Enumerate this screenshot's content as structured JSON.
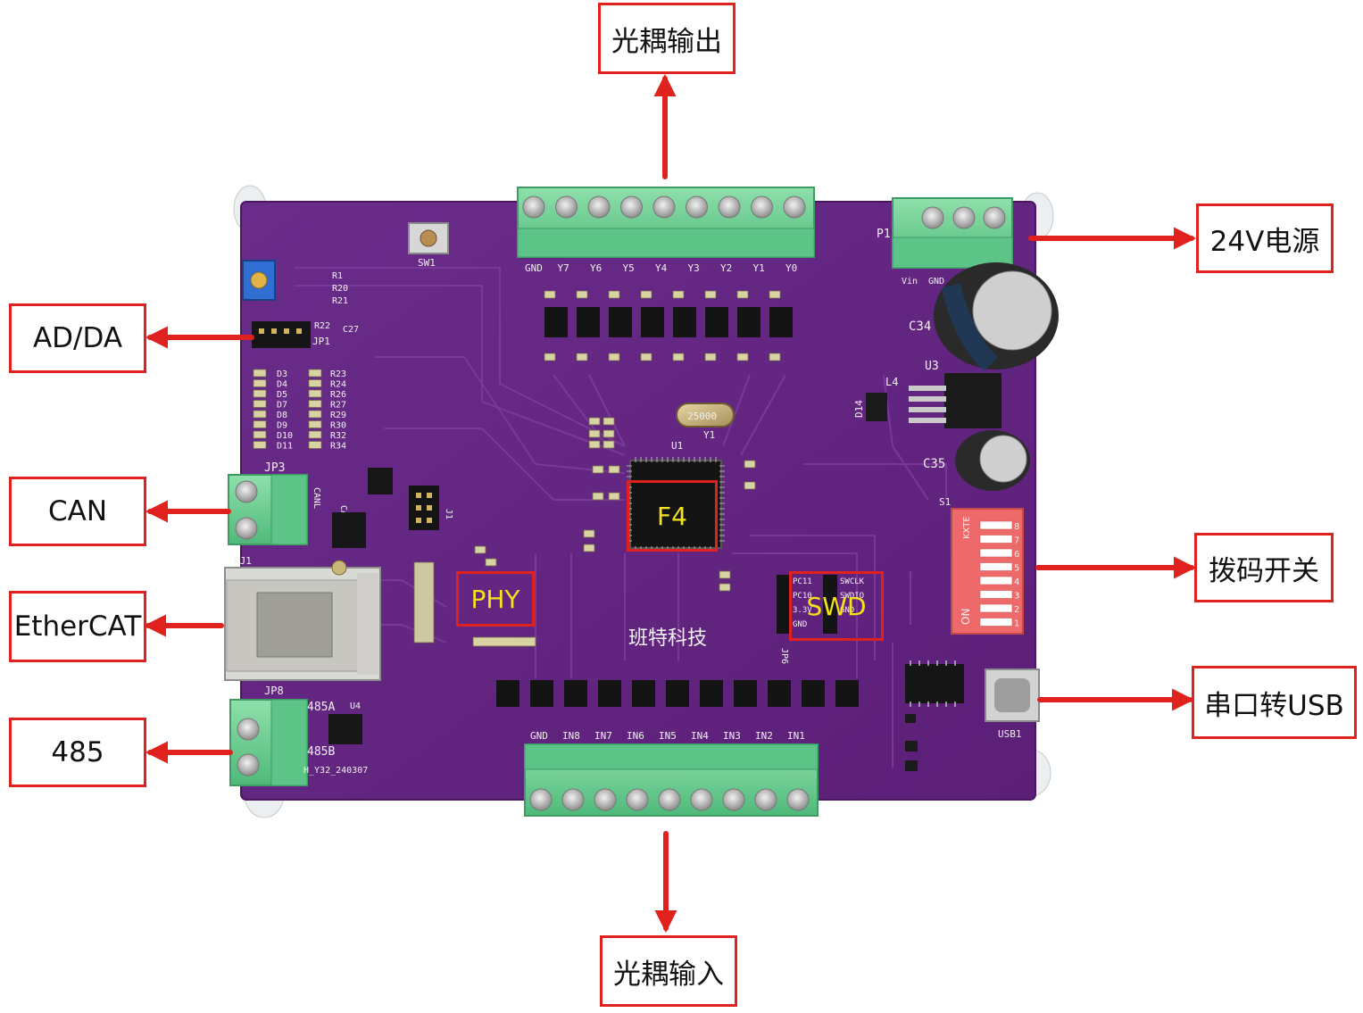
{
  "callouts": {
    "top": "光耦输出",
    "bottom": "光耦输入",
    "power": "24V电源",
    "adda": "AD/DA",
    "can": "CAN",
    "ethercat": "EtherCAT",
    "rs485": "485",
    "dip": "拨码开关",
    "usb": "串口转USB"
  },
  "chips": {
    "mcu": "F4",
    "phy": "PHY",
    "swd": "SWD"
  },
  "board": {
    "brand": "班特科技",
    "top_pins": [
      "GND",
      "Y7",
      "Y6",
      "Y5",
      "Y4",
      "Y3",
      "Y2",
      "Y1",
      "Y0"
    ],
    "bottom_pins": [
      "GND",
      "IN8",
      "IN7",
      "IN6",
      "IN5",
      "IN4",
      "IN3",
      "IN2",
      "IN1"
    ],
    "power_pins": [
      "Vin",
      "GND",
      "GND"
    ],
    "swd_pins": [
      "SWCLK",
      "SWDIO",
      "GND"
    ],
    "jp6_pins": [
      "PC11",
      "PC10",
      "3.3V",
      "GND"
    ],
    "designators": {
      "sw1": "SW1",
      "p1": "P1",
      "jp1": "JP1",
      "jp3": "JP3",
      "jp8": "JP8",
      "rj1": "RJ1",
      "u1": "U1",
      "y1": "Y1",
      "u3": "U3",
      "c34": "C34",
      "c35": "C35",
      "s1": "S1",
      "usb1": "USB1",
      "j1": "J1",
      "jp6": "JP6",
      "l4": "L4",
      "d14": "D14",
      "canl": "CANL",
      "canh": "CANH",
      "rs485a": "485A",
      "rs485b": "485B",
      "u4": "U4",
      "version": "H_Y32_240307",
      "crystal": "25000"
    },
    "resistors_left": [
      "R23",
      "R24",
      "R26",
      "R27",
      "R29",
      "R30",
      "R32",
      "R34"
    ],
    "leds_left": [
      "D3",
      "D4",
      "D5",
      "D7",
      "D8",
      "D9",
      "D10",
      "D11"
    ],
    "misc_left": [
      "R1",
      "R20",
      "R21",
      "R22",
      "C27"
    ],
    "dip_numbers": [
      "1",
      "2",
      "3",
      "4",
      "5",
      "6",
      "7",
      "8"
    ],
    "dip_on": "ON",
    "dip_brand": "KXTE"
  }
}
